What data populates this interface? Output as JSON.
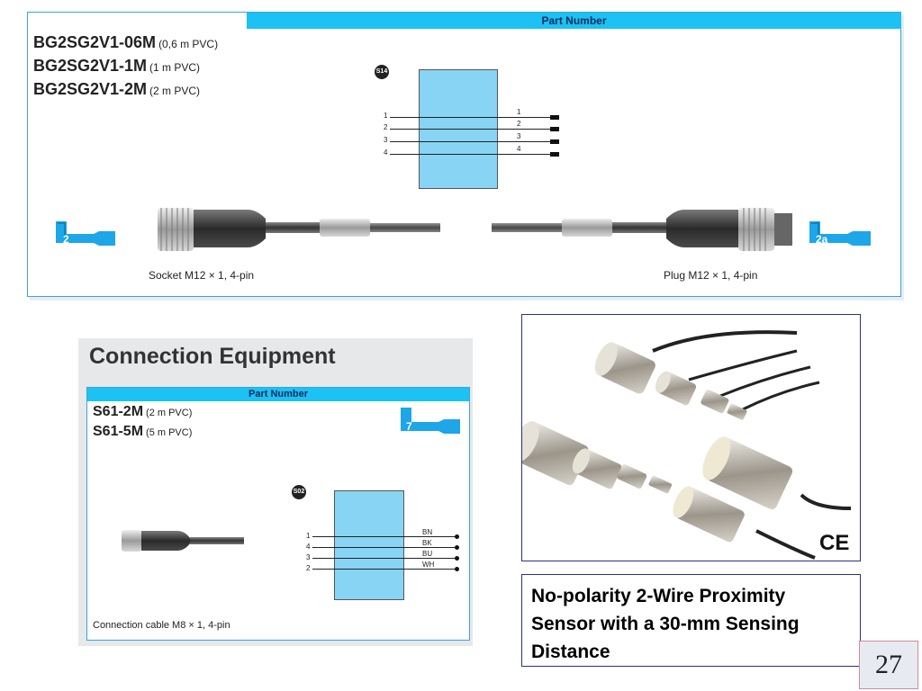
{
  "top_panel": {
    "header": "Part Number",
    "parts": [
      {
        "code": "BG2SG2V1-06M",
        "spec": "(0,6 m PVC)"
      },
      {
        "code": "BG2SG2V1-1M",
        "spec": "(1 m PVC)"
      },
      {
        "code": "BG2SG2V1-2M",
        "spec": "(2 m PVC)"
      }
    ],
    "diagram_badge": "S14",
    "left_pins": [
      "1",
      "2",
      "3",
      "4"
    ],
    "right_pins": [
      "1",
      "2",
      "3",
      "4"
    ],
    "socket_icon_label": "2",
    "plug_icon_label": "2a",
    "socket_caption": "Socket M12 × 1, 4-pin",
    "plug_caption": "Plug M12 × 1, 4-pin"
  },
  "connection_panel": {
    "title": "Connection Equipment",
    "header": "Part Number",
    "parts": [
      {
        "code": "S61-2M",
        "spec": "(2 m PVC)"
      },
      {
        "code": "S61-5M",
        "spec": "(5 m PVC)"
      }
    ],
    "icon_label": "7",
    "diagram_badge": "S02",
    "left_pins": [
      "1",
      "4",
      "3",
      "2"
    ],
    "wire_colors": [
      "BN",
      "BK",
      "BU",
      "WH"
    ],
    "caption": "Connection cable M8 × 1, 4-pin"
  },
  "product": {
    "mark": "CE",
    "title_lines": [
      "No-polarity 2-Wire Proximity",
      "Sensor with a 30-mm Sensing",
      "Distance"
    ]
  },
  "page_number": "27",
  "colors": {
    "header_cyan": "#1bc2f3",
    "diagram_blue": "#88d4f4",
    "frame_navy": "#2b2f8c",
    "icon_blue": "#1da6e8"
  }
}
